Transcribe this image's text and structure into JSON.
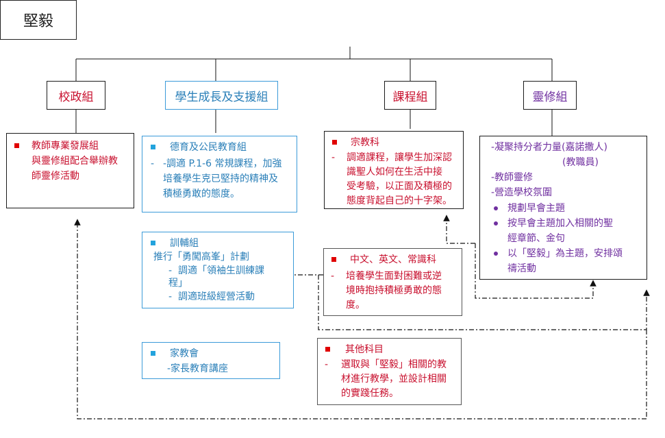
{
  "root": {
    "label": "堅毅"
  },
  "groups": {
    "admin": {
      "label": "校政組"
    },
    "student": {
      "label": "學生成長及支援組"
    },
    "curriculum": {
      "label": "課程組"
    },
    "spiritual": {
      "label": "靈修組"
    }
  },
  "admin_box": {
    "line1": "教師專業發展組",
    "line2": "與靈修組配合舉辦教",
    "line3": "師靈修活動"
  },
  "moral_box": {
    "title": "德育及公民教育組",
    "dash": "-",
    "line1": "-調適 P.1-6 常規課程，加強",
    "line2": "培養學生克已堅持的精神及",
    "line3": "積極勇敢的態度。"
  },
  "guidance_box": {
    "title": "訓輔組",
    "line1": "推行「勇闖高峯」計劃",
    "dash1": "-",
    "line2": "調適「領袖生訓練課",
    "line3": "程」",
    "dash2": "-",
    "line4": "調適班級經營活動"
  },
  "pta_box": {
    "title": "家教會",
    "line1": "-家長教育講座"
  },
  "religion_box": {
    "title": "宗教科",
    "dash": "-",
    "line1": "調適課程，讓學生加深認",
    "line2": "識聖人如何在生活中接",
    "line3": "受考驗，以正面及積極的",
    "line4": "態度背起自己的十字架。"
  },
  "subjects_box": {
    "title": "中文、英文、常識科",
    "dash": "-",
    "line1": "培養學生面對困難或逆",
    "line2": "境時抱持積極勇敢的態",
    "line3": "度。"
  },
  "other_box": {
    "title": "其他科目",
    "dash": "-",
    "line1": "選取與「堅毅」相關的教",
    "line2": "材進行教學，並設計相關",
    "line3": "的實踐任務。"
  },
  "spiritual_box": {
    "line1": "-凝聚持分者力量(嘉諾撒人)",
    "line2": "(教職員)",
    "line3": "-教師靈修",
    "line4": "-營造學校氛圍",
    "b1": "規劃早會主題",
    "b2a": "按早會主題加入相關的聖",
    "b2b": "經章節、金句",
    "b3a": "以「堅毅」為主題，安排頌",
    "b3b": "禱活動"
  },
  "colors": {
    "red": "#c8102e",
    "blue": "#2a7fb8",
    "purple": "#7030a0",
    "bullet_red": "#e00000",
    "bullet_blue": "#23a3dd"
  }
}
